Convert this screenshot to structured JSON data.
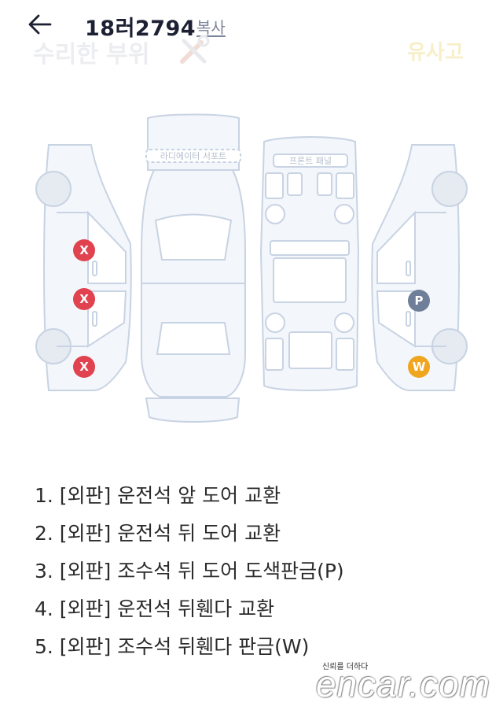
{
  "header": {
    "plate_number": "18러2794",
    "copy_label": "복사",
    "section_title": "수리한 부위",
    "right_label": "유사고"
  },
  "diagram": {
    "labels": {
      "radiator_support": "라디에이터 서포트",
      "front_panel": "프론트 패널"
    },
    "markers": [
      {
        "code": "X",
        "part": "운전석 앞 도어",
        "color": "#e0424f"
      },
      {
        "code": "X",
        "part": "운전석 뒤 도어",
        "color": "#e0424f"
      },
      {
        "code": "X",
        "part": "운전석 뒤휀다",
        "color": "#e0424f"
      },
      {
        "code": "P",
        "part": "조수석 뒤 도어",
        "color": "#6f7f99"
      },
      {
        "code": "W",
        "part": "조수석 뒤휀다",
        "color": "#f0a51e"
      }
    ]
  },
  "repairs": [
    "1. [외판] 운전석 앞 도어 교환",
    "2. [외판] 운전석 뒤 도어 교환",
    "3. [외판] 조수석 뒤 도어 도색판금(P)",
    "4. [외판] 운전석 뒤휀다 교환",
    "5. [외판] 조수석 뒤휀다 판금(W)"
  ],
  "watermark": {
    "tagline": "신뢰를 더하다",
    "logo": "encar.com"
  },
  "colors": {
    "outline": "#c8d3e3",
    "fill": "#f3f6fa",
    "exchange": "#e0424f",
    "paint": "#6f7f99",
    "weld": "#f0a51e"
  }
}
